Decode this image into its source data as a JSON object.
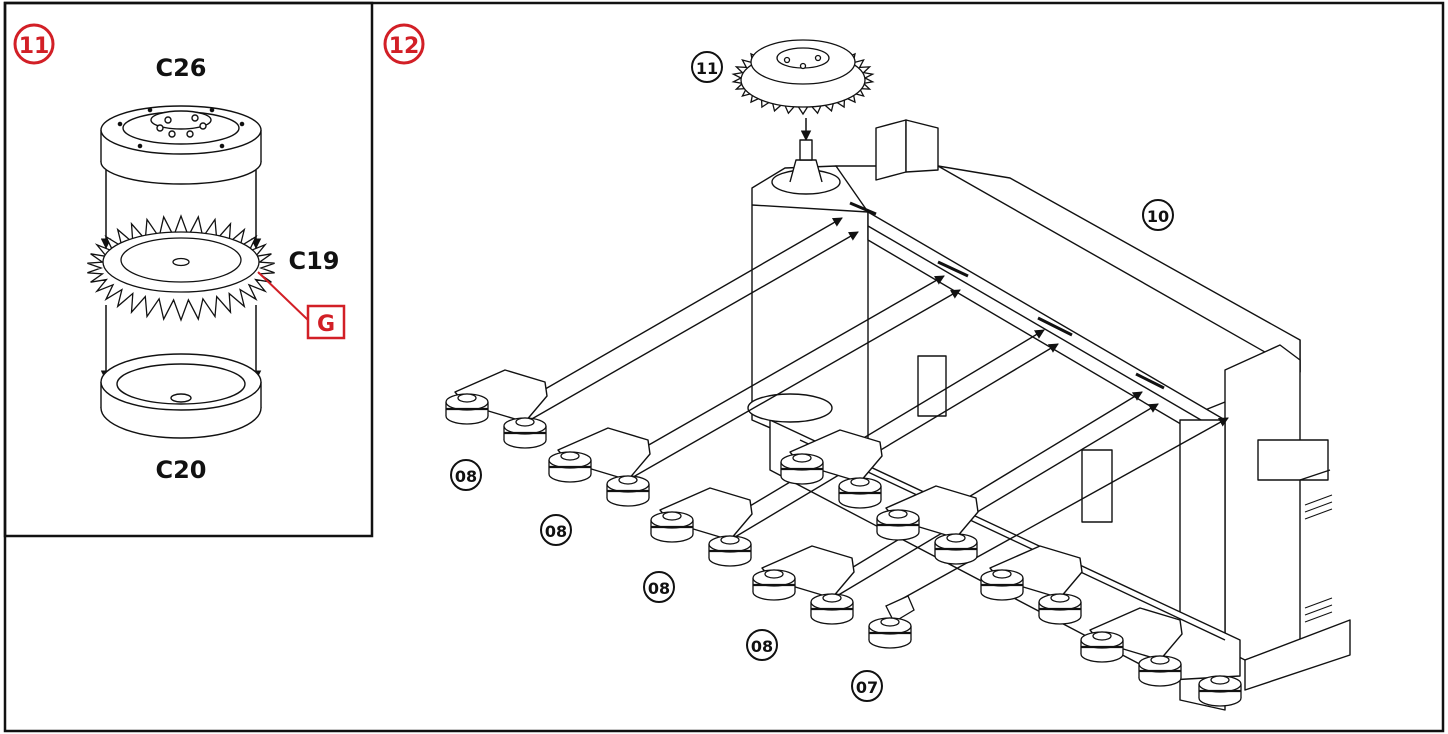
{
  "panels": {
    "left": {
      "step": "11",
      "labels": {
        "top": "C26",
        "middle": "C19",
        "bottom": "C20",
        "flag": "G"
      }
    },
    "right": {
      "step": "12",
      "callouts": {
        "cap": "11",
        "frame": "10",
        "arm_a": "08",
        "arm_b": "08",
        "arm_c": "08",
        "arm_d": "08",
        "single": "07"
      }
    }
  },
  "colors": {
    "accent": "#d21f26",
    "line": "#111111"
  }
}
